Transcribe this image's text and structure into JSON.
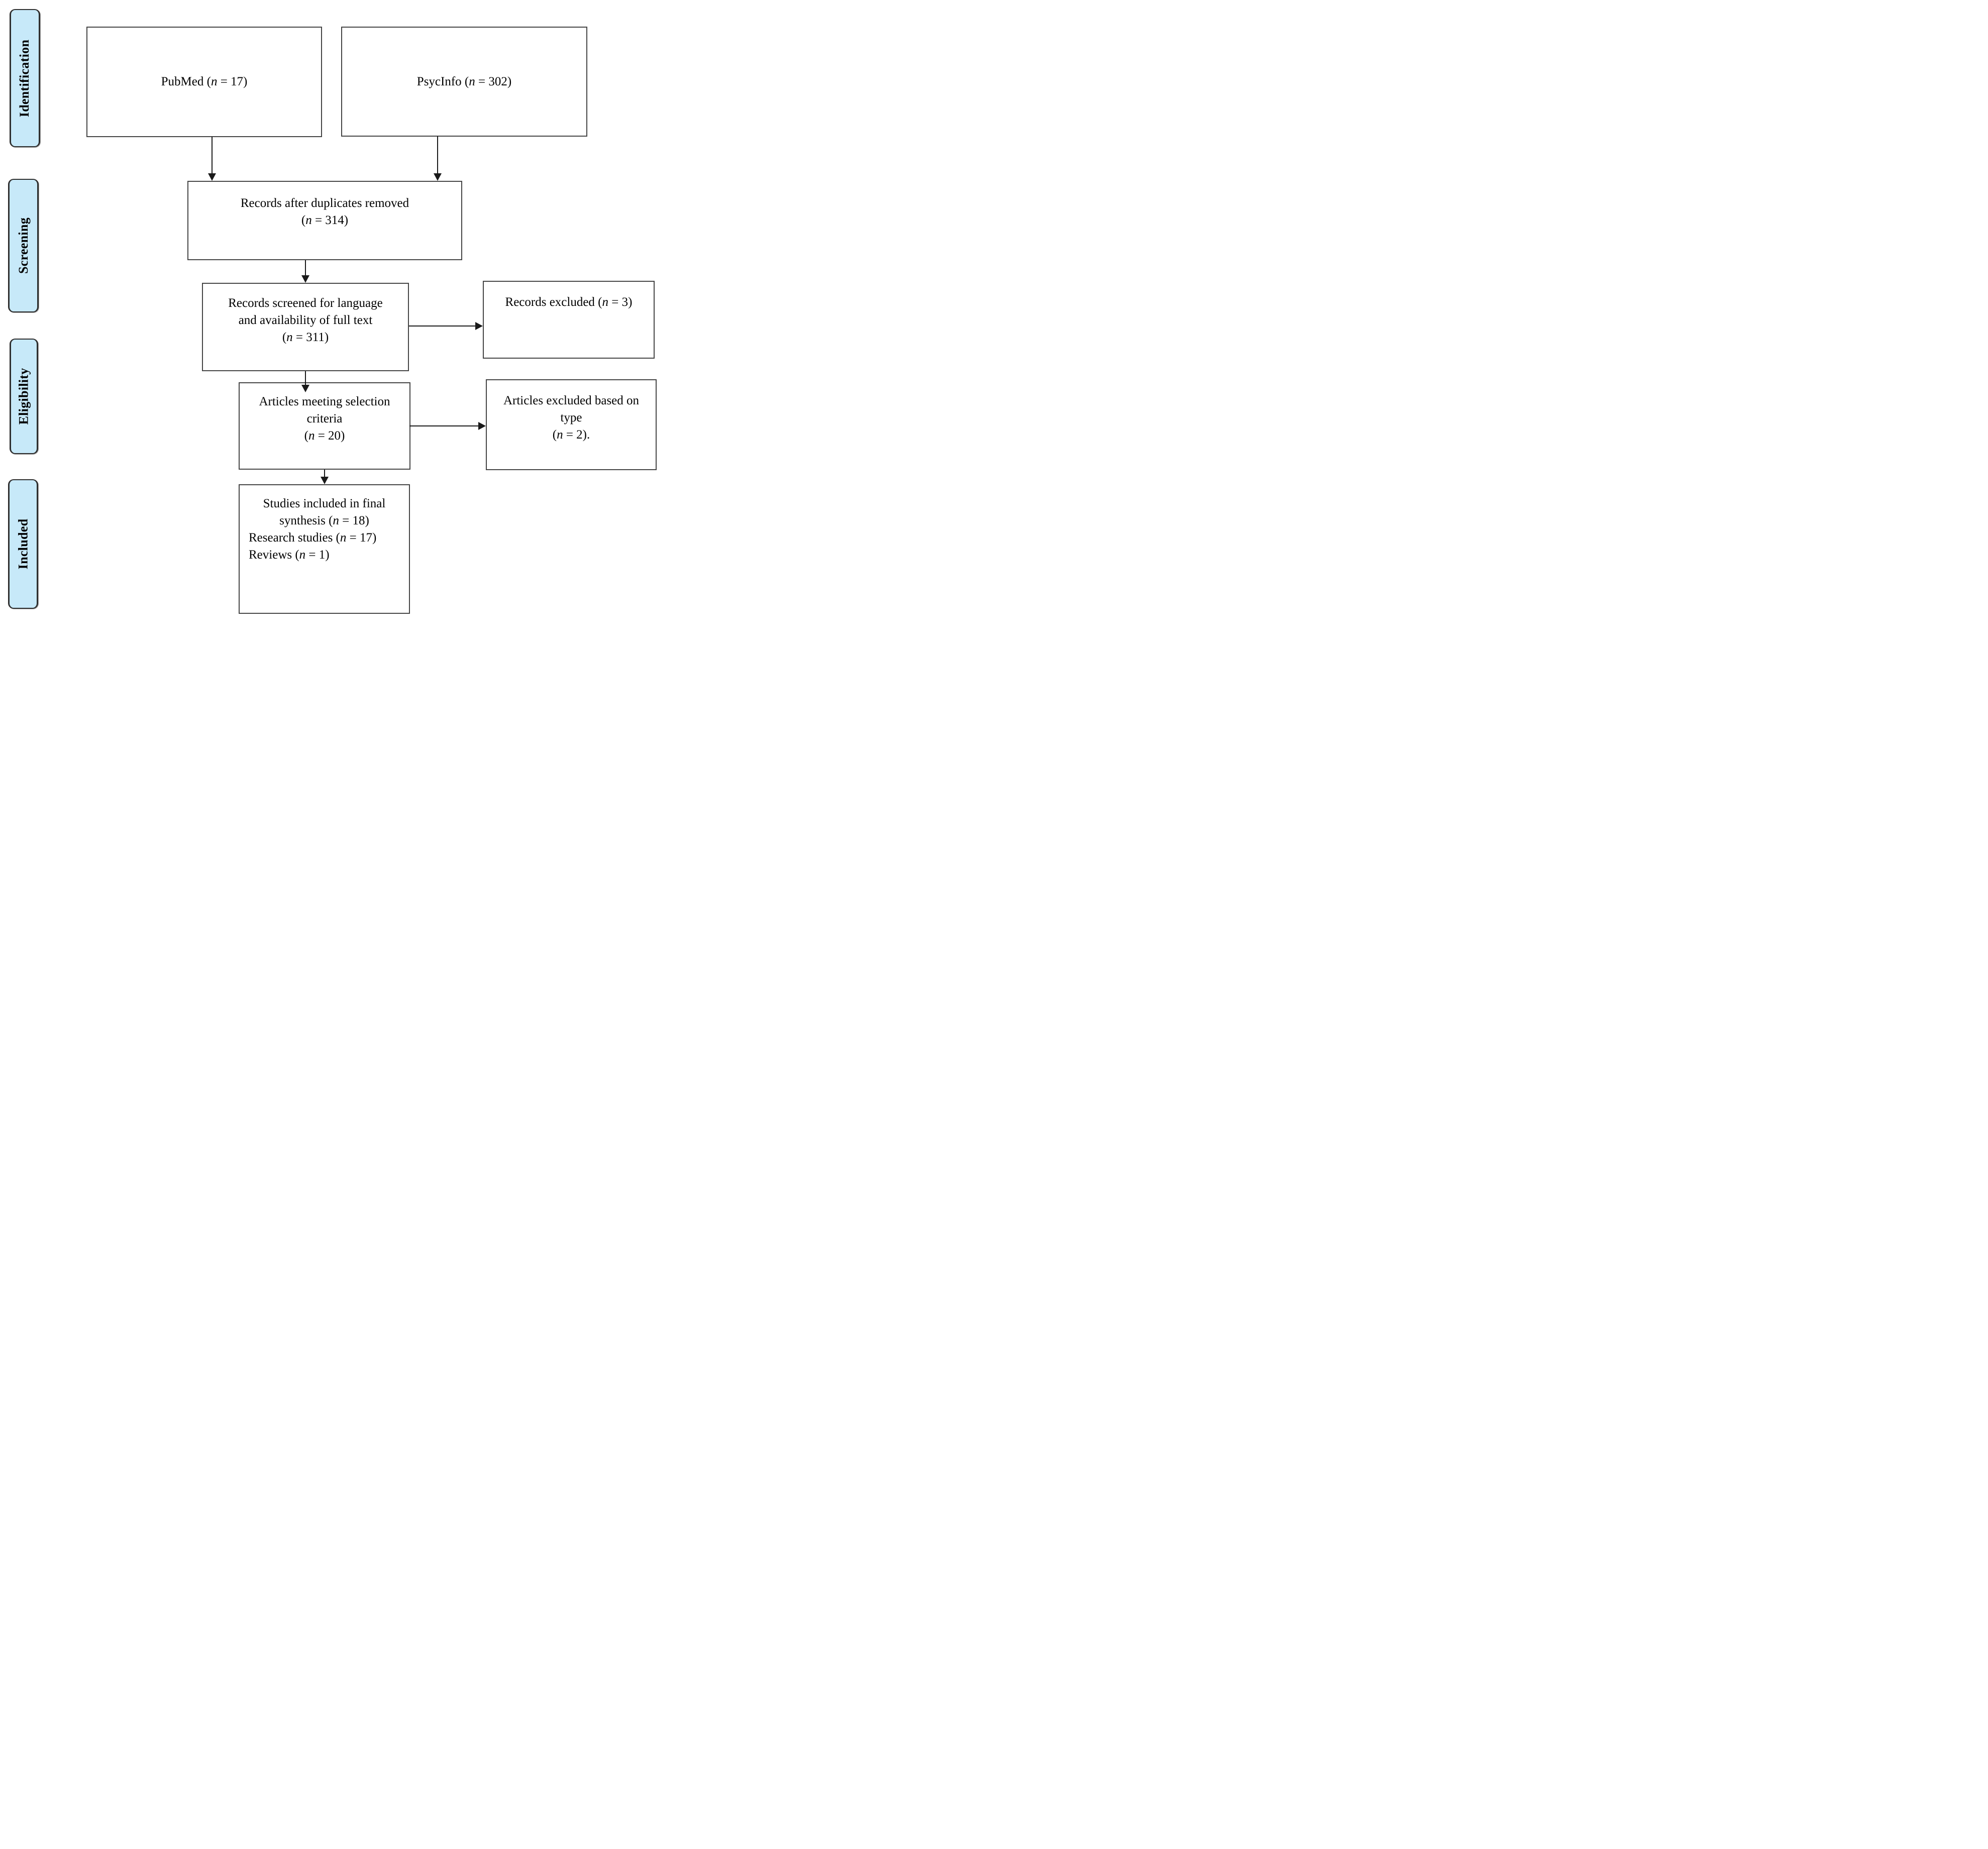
{
  "colors": {
    "background": "#ffffff",
    "stage_fill": "#c7e9f9",
    "stage_border": "#2f2f2f",
    "box_fill": "#ffffff",
    "box_border": "#454545",
    "arrow": "#1a1a1a",
    "text": "#000000"
  },
  "sidebar": {
    "stages": [
      {
        "label": "Identification"
      },
      {
        "label": "Screening"
      },
      {
        "label": "Eligibility"
      },
      {
        "label": "Included"
      }
    ]
  },
  "flow": {
    "pubmed": {
      "lines": [
        "PubMed (n = 17)"
      ]
    },
    "psycinfo": {
      "lines": [
        "PsycInfo (n = 302)"
      ]
    },
    "duplicates_removed": {
      "lines": [
        "Records after duplicates removed",
        "(n = 314)"
      ]
    },
    "records_screened": {
      "lines": [
        "Records screened for language",
        "and availability of full text",
        "(n = 311)"
      ]
    },
    "records_excluded": {
      "lines": [
        "Records excluded (n = 3)"
      ]
    },
    "selection_criteria": {
      "lines": [
        "Articles meeting selection",
        "criteria",
        "(n = 20)"
      ]
    },
    "articles_excluded": {
      "lines": [
        "Articles excluded based on",
        "type",
        "(n = 2)."
      ]
    },
    "final_synthesis": {
      "lines": [
        "Studies included in final",
        "synthesis (n = 18)",
        "Research studies (n = 17)",
        "Reviews (n = 1)"
      ]
    }
  }
}
